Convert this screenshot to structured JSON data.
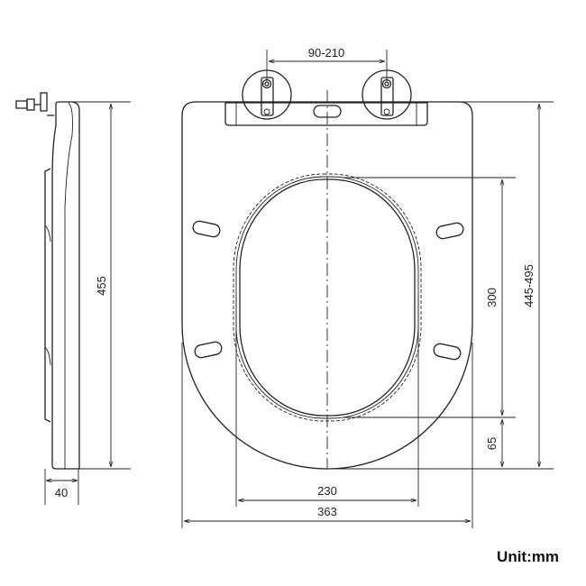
{
  "dimensions": {
    "hinge_spacing": "90-210",
    "side_height": "455",
    "side_thickness": "40",
    "opening_length": "300",
    "front_margin": "65",
    "total_length": "445-495",
    "opening_width": "230",
    "total_width": "363"
  },
  "unit_label": "Unit:mm",
  "line_color": "#222222"
}
